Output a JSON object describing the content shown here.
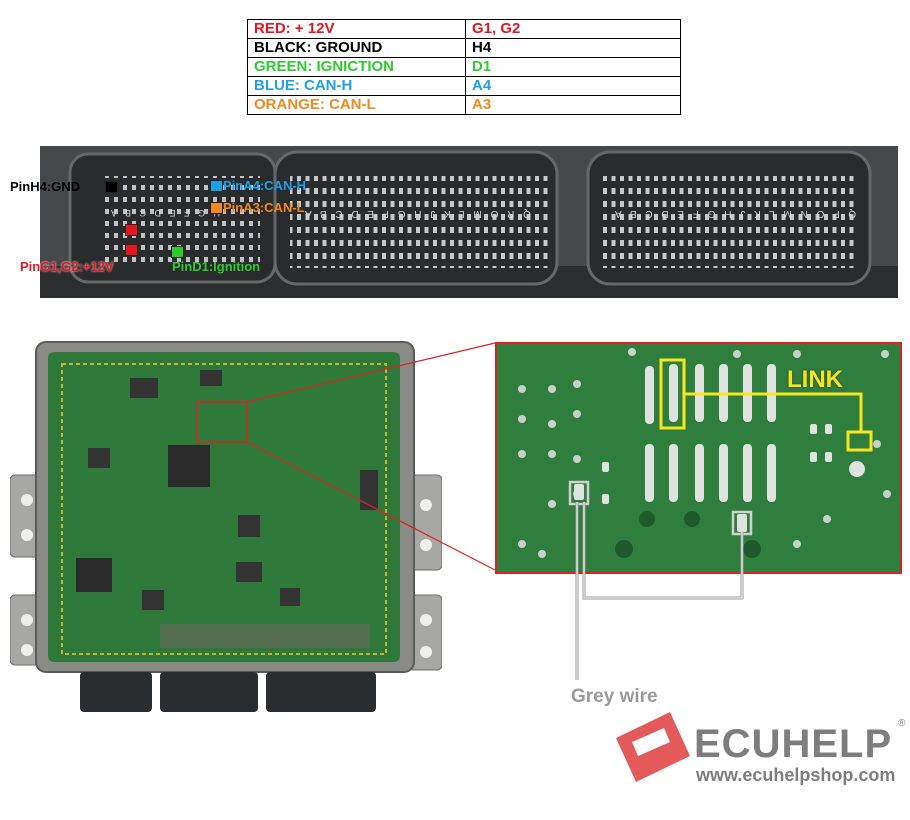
{
  "legend_table": {
    "rows": [
      {
        "left": "RED: + 12V",
        "right": "G1, G2",
        "color": "#e8141e"
      },
      {
        "left": "BLACK: GROUND",
        "right": "H4",
        "color": "#000000"
      },
      {
        "left": "GREEN: IGNICTION",
        "right": "D1",
        "color": "#2ecc2e"
      },
      {
        "left": "BLUE: CAN-H",
        "right": "A4",
        "color": "#1ea0e6"
      },
      {
        "left": "ORANGE: CAN-L",
        "right": "A3",
        "color": "#f08a1e"
      }
    ]
  },
  "connector": {
    "labels": {
      "gnd": "PinH4:GND",
      "can_h": "PinA4:CAN-H",
      "can_l": "PinA3:CAN-L",
      "power": "PinG1,G2:+12V",
      "ignition": "PinD1:Ignition"
    },
    "row_letters_left": "H G F E D C B A",
    "row_letters_mid": "Q R O M L K J H G F E D C B A",
    "row_letters_right": "Q P O N M L K J H G F E D C B A"
  },
  "zoom_panel": {
    "link_label": "LINK"
  },
  "grey_wire_label": "Grey wire",
  "brand": {
    "name": "ECUHELP",
    "registered": "®",
    "url": "www.ecuhelpshop.com"
  },
  "colors": {
    "red": "#e8141e",
    "green": "#2ecc2e",
    "blue": "#1ea0e6",
    "orange": "#f08a1e",
    "link_yellow": "#f5e61e",
    "grey_wire": "#9a9a9a",
    "brand_red": "#e45a5a",
    "brand_grey": "#7d7d7d"
  }
}
